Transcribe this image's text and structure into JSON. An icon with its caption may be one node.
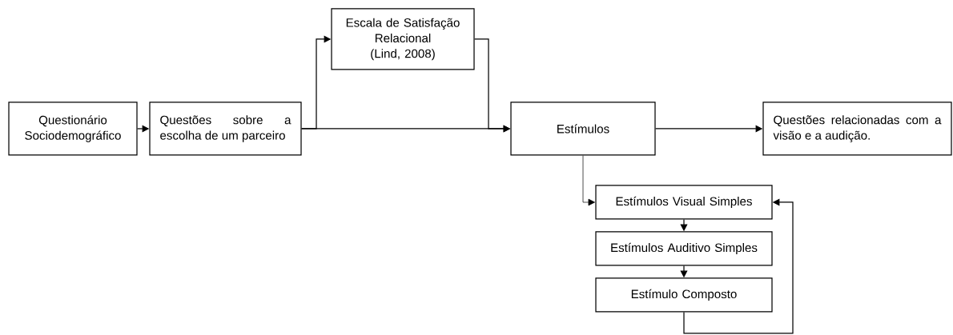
{
  "diagram": {
    "nodes": [
      {
        "text": [
          "Questionário Sociodemográfico"
        ]
      },
      {
        "text": [
          "Questões sobre a escolha de um parceiro"
        ]
      },
      {
        "text": [
          "Escala de Satisfação Relacional (Lind, 2008)"
        ]
      },
      {
        "text": [
          "Estímulos"
        ]
      },
      {
        "text": [
          "Questões relacionadas com a visão e a audição."
        ]
      },
      {
        "text": [
          "Estímulos Visual Simples"
        ]
      },
      {
        "text": [
          "Estímulos Auditivo Simples"
        ]
      },
      {
        "text": [
          "Estímulo Composto"
        ]
      }
    ],
    "edges": [
      {
        "from": 0,
        "to": 1,
        "arrow": "to"
      },
      {
        "from": 1,
        "to": 3,
        "arrow": "to"
      },
      {
        "from": 1,
        "to": 2,
        "arrow": "to"
      },
      {
        "from": 2,
        "to": 3,
        "arrow": "to"
      },
      {
        "from": 3,
        "to": 4,
        "arrow": "to"
      },
      {
        "from": 3,
        "to": 5,
        "arrow": "to"
      },
      {
        "from": 5,
        "to": 6,
        "arrow": "to"
      },
      {
        "from": 6,
        "to": 7,
        "arrow": "to"
      },
      {
        "from": 7,
        "to": 5,
        "arrow": "to"
      }
    ]
  }
}
